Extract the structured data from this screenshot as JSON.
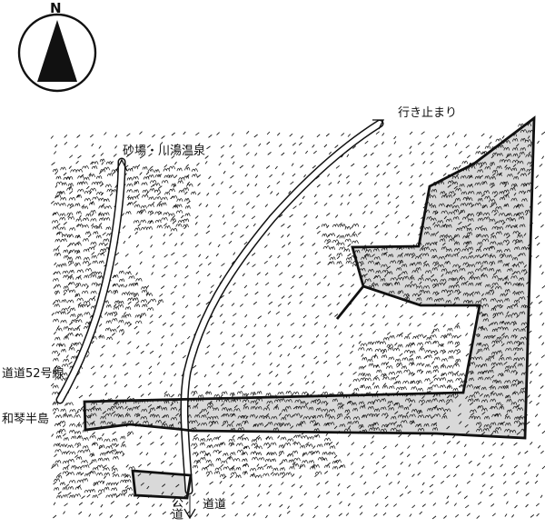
{
  "compass": {
    "north_label": "N",
    "icon": "north-arrow-icon"
  },
  "labels": {
    "sunaba_kawayu": "砂場・川湯温泉",
    "dead_end": "行き止まり",
    "route52": "道道52号線",
    "wakoto": "和琴半島",
    "road": "道道",
    "public_road": "公道"
  },
  "colors": {
    "ink": "#111111",
    "parcel_fill": "#d9d9d9",
    "road_fill": "#ffffff",
    "background": "#ffffff"
  },
  "icons": {
    "forest": "tree-cluster-icon",
    "grass": "grass-tick-icon",
    "direction": "road-arrow-icon"
  }
}
